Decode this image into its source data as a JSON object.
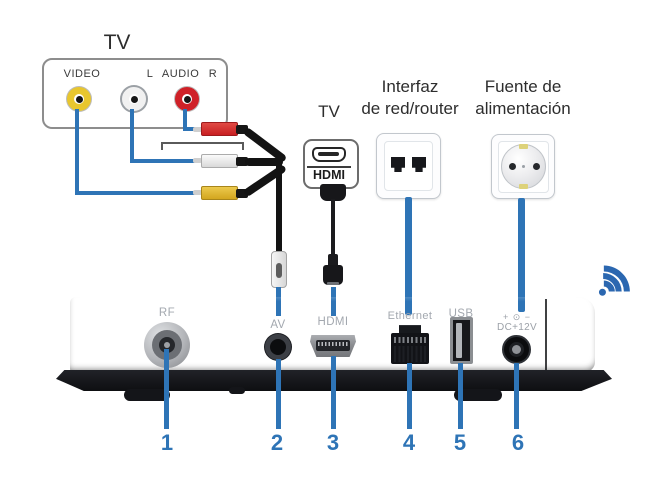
{
  "colors": {
    "accent_blue": "#2e74b6",
    "wifi_blue": "#2b67b0",
    "device_body": "#26282d",
    "port_label_gray": "#a3a8af",
    "rca_yellow": "#e8c62e",
    "rca_white": "#f1f1f1",
    "rca_red": "#cf2128"
  },
  "av_wall": {
    "title": "TV",
    "video_label": "VIDEO",
    "audio_label": "L AUDIO R"
  },
  "hdmi_wall": {
    "title": "TV",
    "label": "HDMI"
  },
  "network_wall": {
    "title_line1": "Interfaz",
    "title_line2": "de red/router"
  },
  "power_wall": {
    "title_line1": "Fuente de",
    "title_line2": "alimentación"
  },
  "device": {
    "port_rf": "RF",
    "port_av": "AV",
    "port_hdmi": "HDMI",
    "port_ethernet": "Ethernet",
    "port_usb": "USB",
    "dc_polarity": "+ ⊙ −",
    "port_dc": "DC+12V"
  },
  "callouts": [
    "1",
    "2",
    "3",
    "4",
    "5",
    "6"
  ],
  "icons": {
    "wifi": "wifi-signal-arcs",
    "rca_jacks": "yellow-white-red-rca-jacks",
    "hdmi_glyph": "hdmi-connector-outline",
    "rj45": "ethernet-jack-squares",
    "schuko": "european-power-outlet"
  }
}
